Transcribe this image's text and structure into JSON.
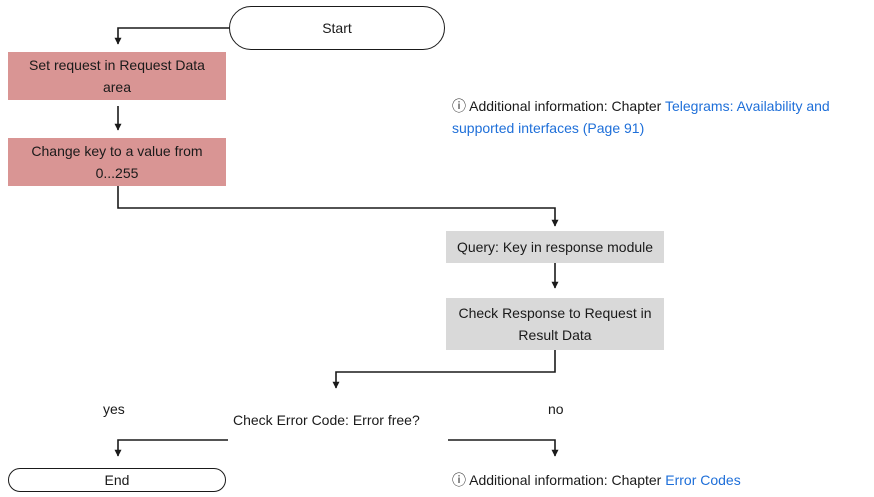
{
  "flowchart": {
    "start": "Start",
    "step_set_request": "Set request in Request Data area",
    "step_change_key": "Change key to a value from 0...255",
    "step_query": "Query: Key in response module",
    "step_check_response": "Check Response to Request in Result Data",
    "decision": "Check Error Code: Error free?",
    "branch_yes": "yes",
    "branch_no": "no",
    "end": "End"
  },
  "notes": {
    "info_symbol": "ⓘ",
    "telegrams_prefix": "Additional information: Chapter",
    "telegrams_link": "Telegrams: Availability and supported interfaces (Page 91)",
    "error_prefix": "Additional information: Chapter",
    "error_link": "Error Codes"
  },
  "colors": {
    "action_box": "#d99594",
    "query_box": "#d9d9d9",
    "link": "#1e6fd9"
  }
}
